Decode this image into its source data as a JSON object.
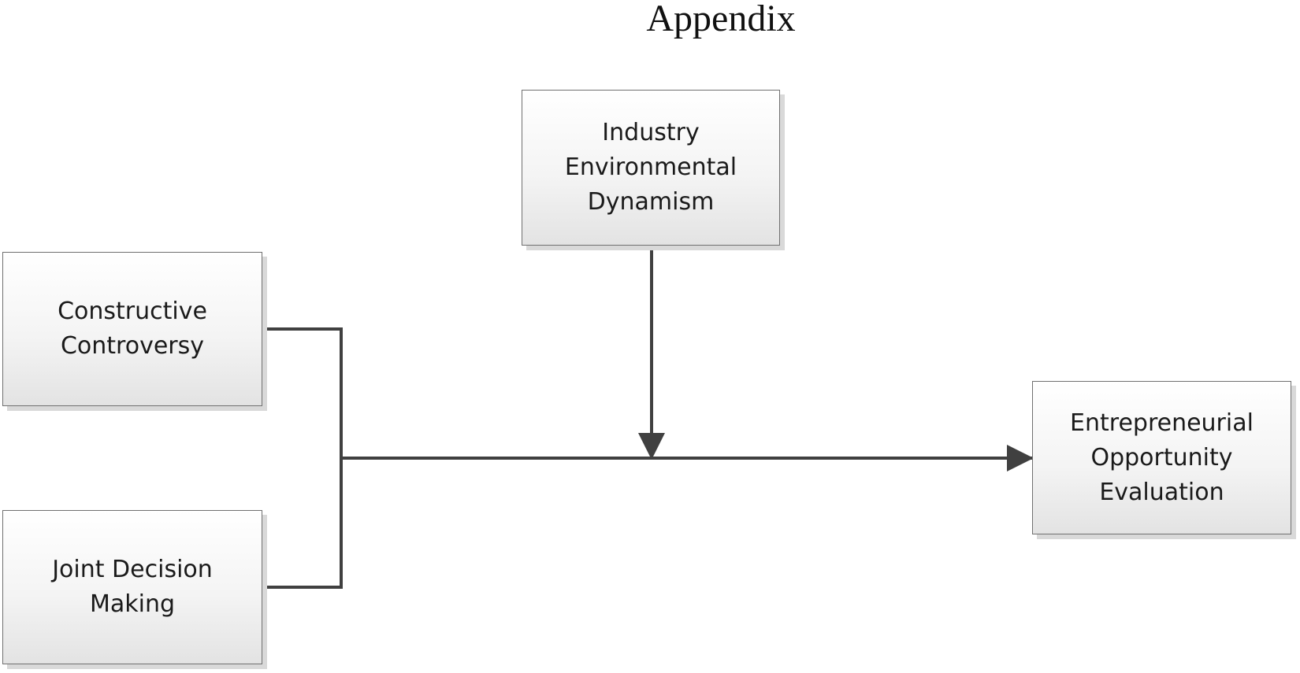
{
  "title": "Appendix",
  "nodes": {
    "industry": "Industry\nEnvironmental\nDynamism",
    "constructive": "Constructive\nControversy",
    "joint": "Joint Decision\nMaking",
    "eoe": "Entrepreneurial\nOpportunity\nEvaluation"
  },
  "colors": {
    "line": "#404040",
    "box_border": "#707070"
  }
}
